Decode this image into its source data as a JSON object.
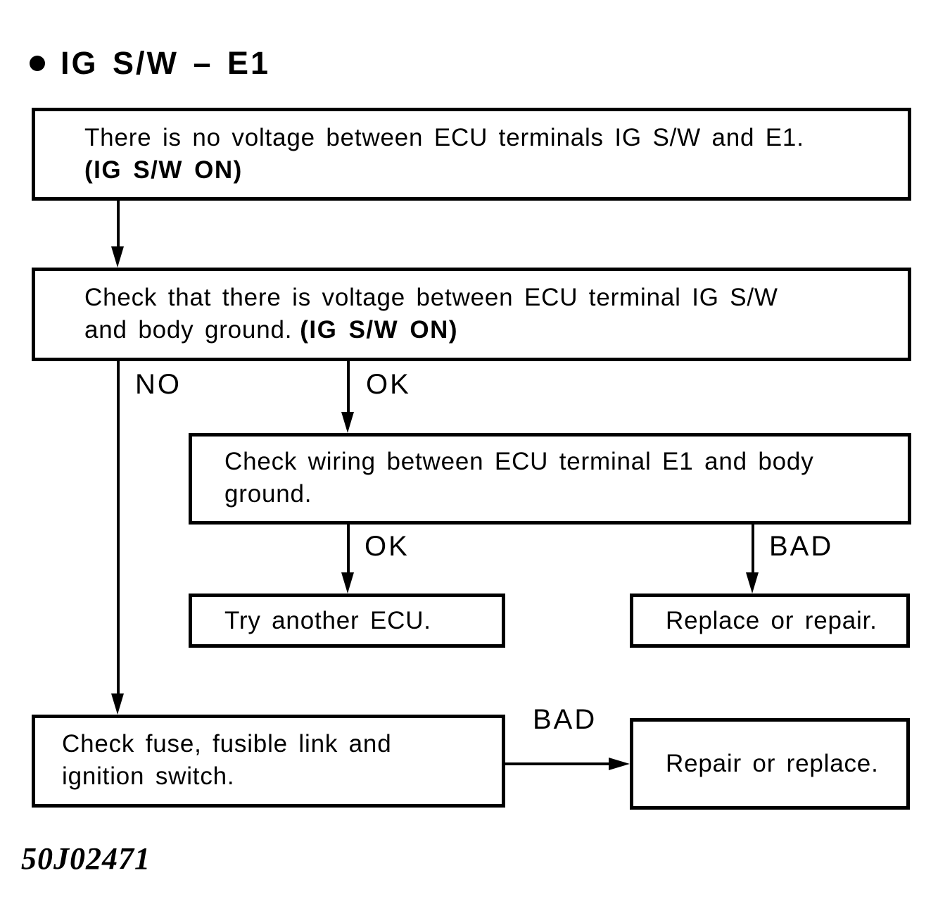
{
  "title": {
    "text": "IG S/W – E1"
  },
  "boxes": {
    "symptom": {
      "line1": "There is no voltage between ECU terminals IG S/W and E1.",
      "line2_bold": "(IG S/W ON)"
    },
    "check_voltage": {
      "line1": "Check that there is voltage between ECU terminal IG S/W",
      "line2": "and body ground.",
      "line2_bold": "(IG S/W ON)"
    },
    "check_wiring": {
      "line1": "Check wiring between ECU terminal E1 and body",
      "line2": "ground."
    },
    "try_ecu": {
      "text": "Try another ECU."
    },
    "replace_or_repair": {
      "text": "Replace or repair."
    },
    "check_fuse": {
      "line1": "Check fuse, fusible link and",
      "line2": "ignition switch."
    },
    "repair_or_replace": {
      "text": "Repair or replace."
    }
  },
  "labels": {
    "no": "NO",
    "ok_to_wiring": "OK",
    "ok_to_ecu": "OK",
    "bad_to_replace": "BAD",
    "bad_to_repair": "BAD"
  },
  "figure_code": "50J02471",
  "colors": {
    "ink": "#000000",
    "background": "#ffffff"
  }
}
